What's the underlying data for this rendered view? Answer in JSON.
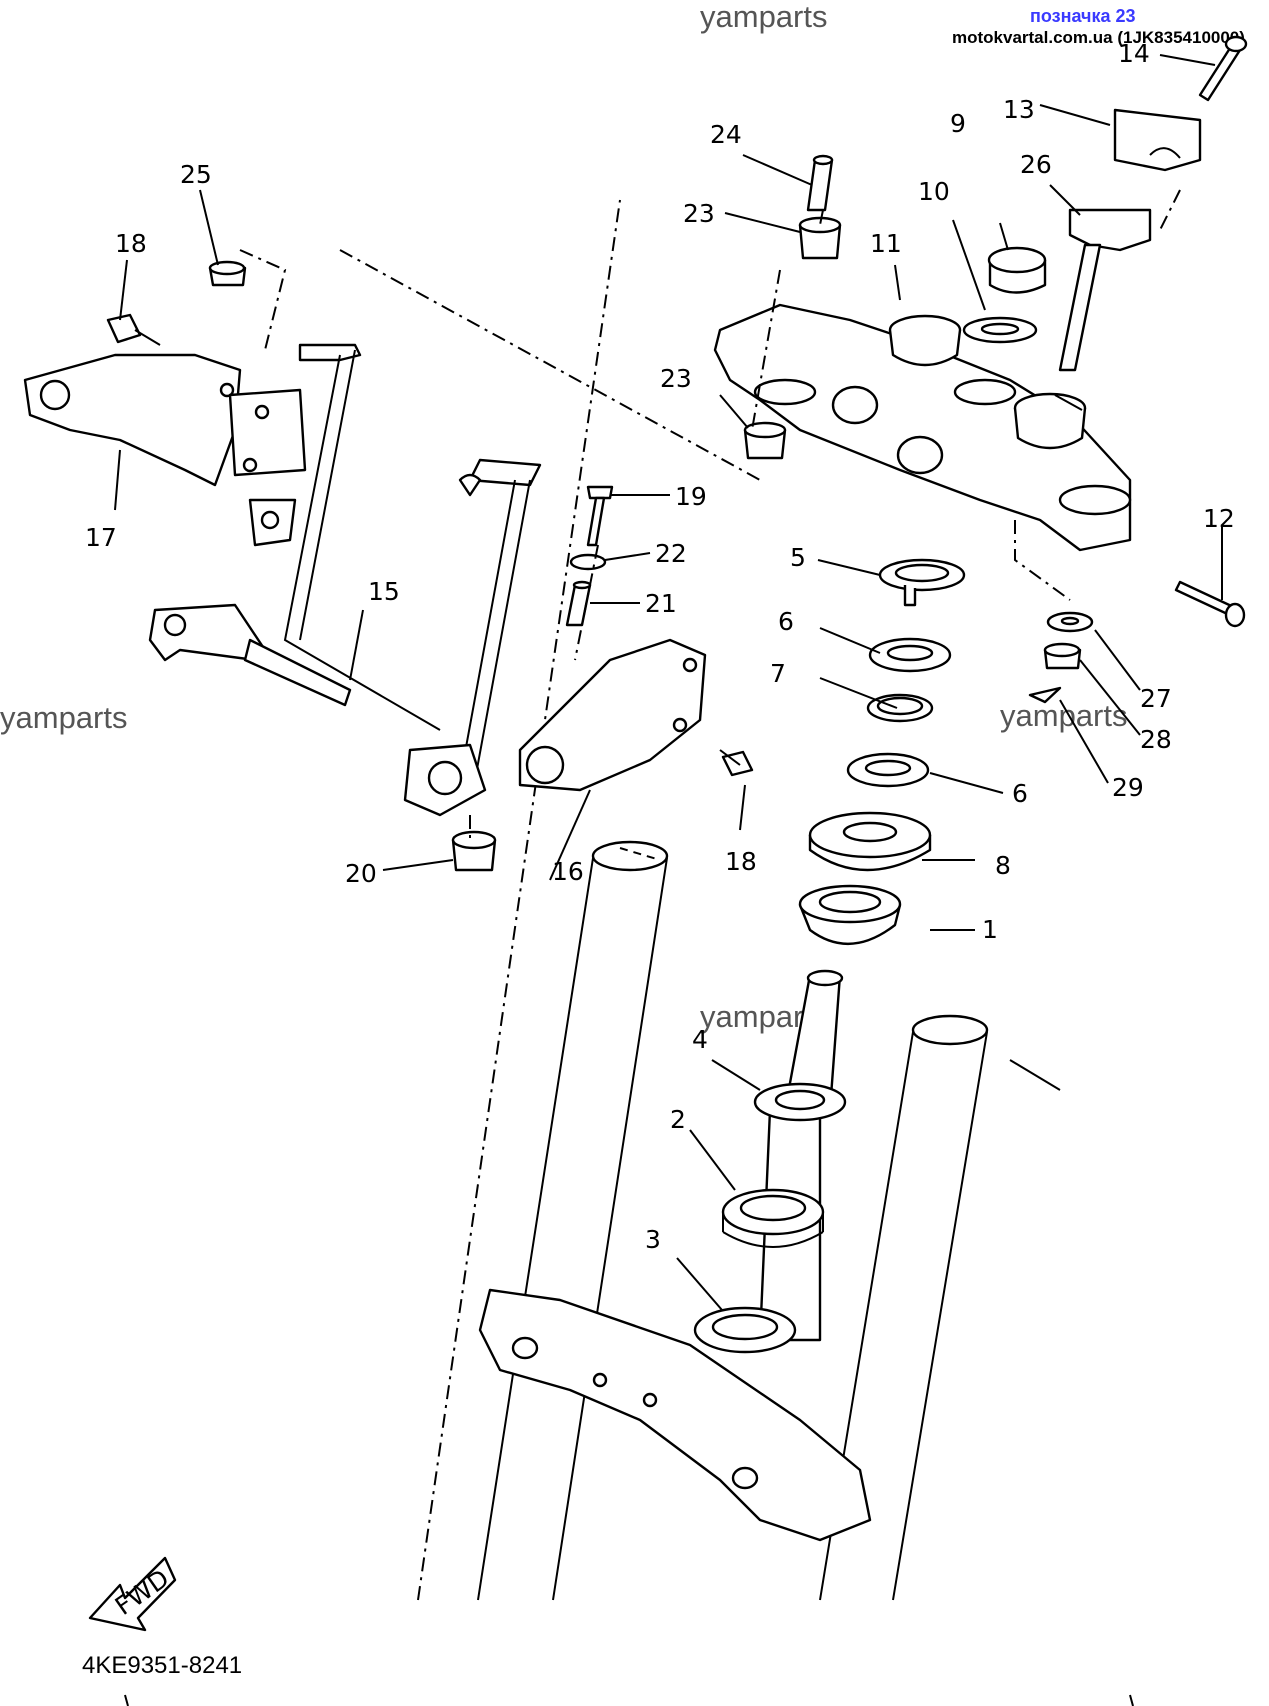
{
  "header": {
    "tag_label": "позначка 23",
    "site_ref": "motokvartal.com.ua (1JK835410000)"
  },
  "watermarks": [
    "yamparts",
    "yamparts",
    "yamparts",
    "yamparts"
  ],
  "diagram": {
    "code": "4KE9351-8241",
    "fwd_label": "FWD",
    "callouts": [
      "1",
      "2",
      "3",
      "4",
      "5",
      "6",
      "6",
      "7",
      "8",
      "9",
      "10",
      "11",
      "12",
      "13",
      "14",
      "15",
      "16",
      "17",
      "18",
      "18",
      "19",
      "20",
      "21",
      "22",
      "23",
      "23",
      "24",
      "25",
      "26",
      "27",
      "28",
      "29"
    ]
  }
}
